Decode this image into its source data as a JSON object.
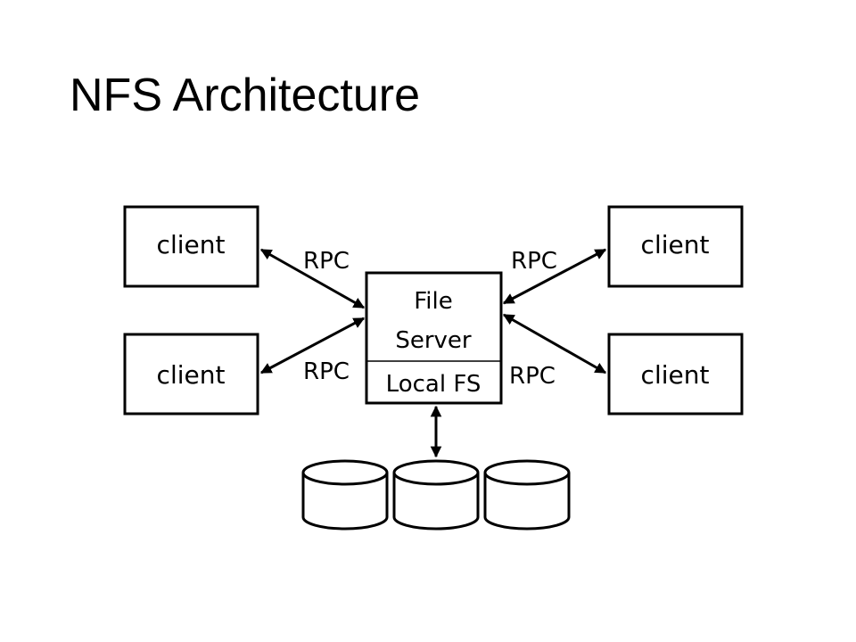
{
  "title": "NFS Architecture",
  "clients": {
    "top_left": "client",
    "bottom_left": "client",
    "top_right": "client",
    "bottom_right": "client"
  },
  "rpc_labels": {
    "top_left": "RPC",
    "bottom_left": "RPC",
    "top_right": "RPC",
    "bottom_right": "RPC"
  },
  "server": {
    "line1": "File",
    "line2": "Server",
    "local_fs": "Local FS"
  },
  "disks": [
    {
      "label": ""
    },
    {
      "label": ""
    },
    {
      "label": ""
    }
  ],
  "colors": {
    "stroke": "#000000",
    "background": "#ffffff"
  }
}
